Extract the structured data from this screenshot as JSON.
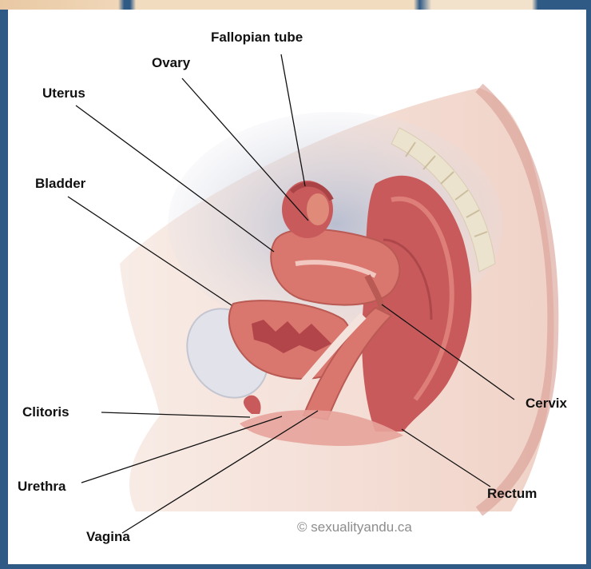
{
  "diagram": {
    "labels": {
      "fallopian_tube": "Fallopian tube",
      "ovary": "Ovary",
      "uterus": "Uterus",
      "bladder": "Bladder",
      "clitoris": "Clitoris",
      "urethra": "Urethra",
      "vagina": "Vagina",
      "cervix": "Cervix",
      "rectum": "Rectum"
    },
    "credit": "© sexualityandu.ca"
  },
  "colors": {
    "frame": "#2f5a86",
    "tissue": "#d9786f",
    "tissue_dark": "#b8474a",
    "skin": "#f1d9d0",
    "cavity": "#c6cad6"
  }
}
